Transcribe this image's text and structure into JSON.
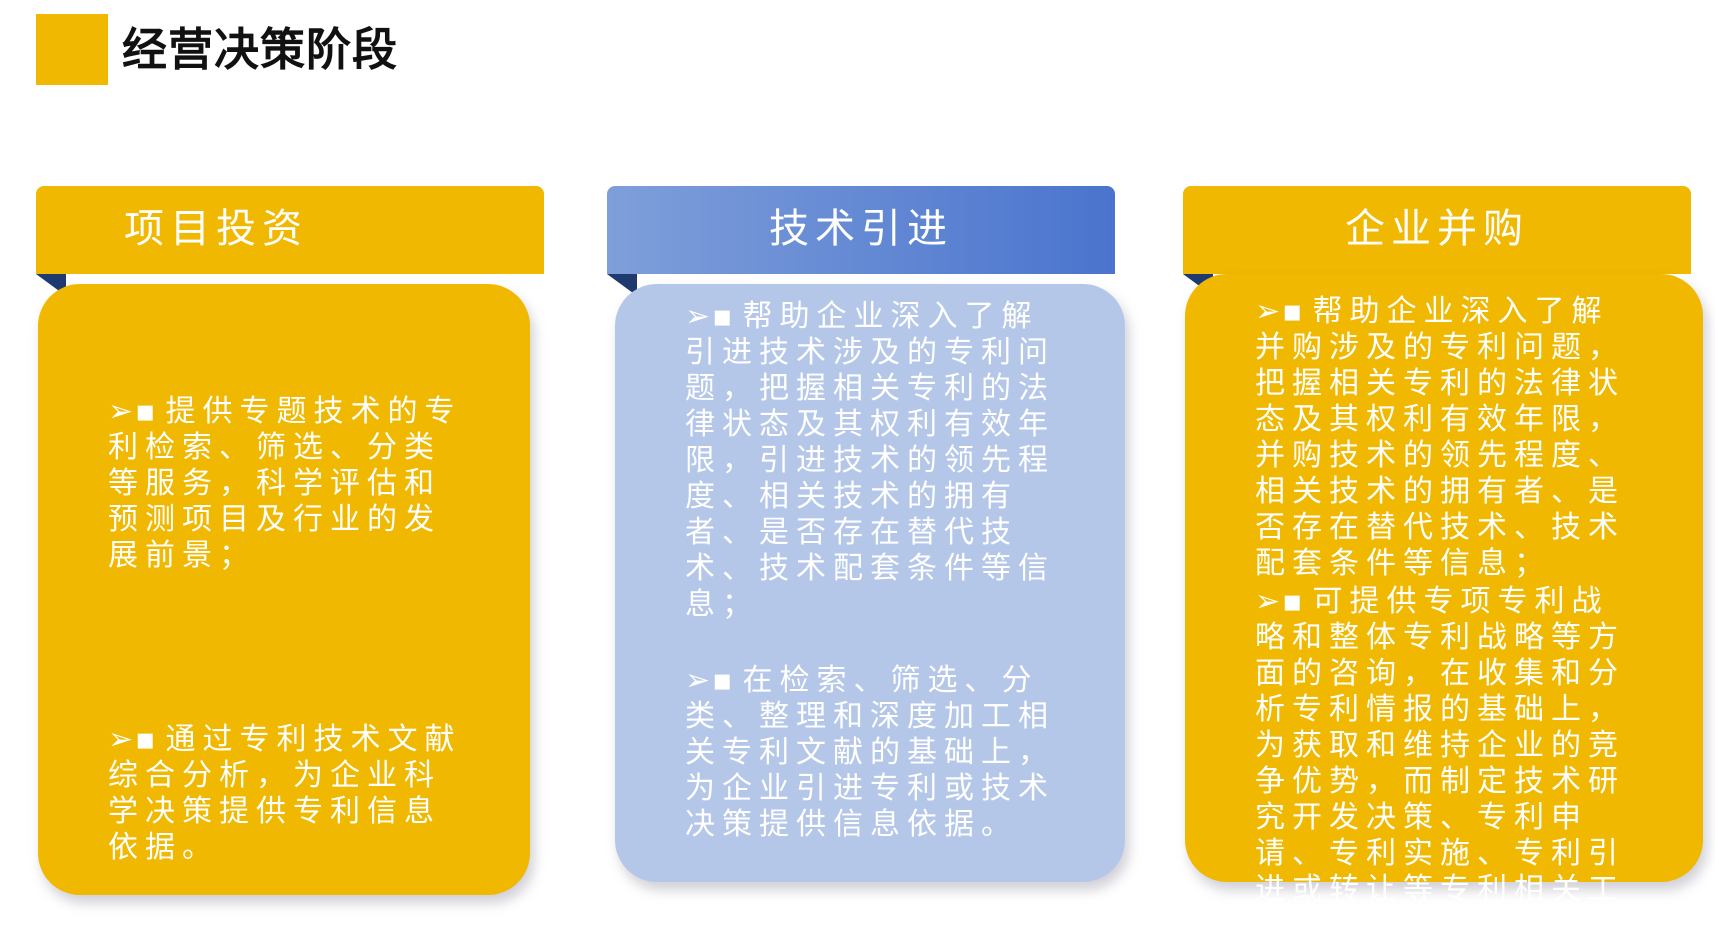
{
  "page": {
    "title": "经营决策阶段"
  },
  "colors": {
    "accent_yellow": "#F0B800",
    "accent_blue": "#4A74CE",
    "light_blue": "#B5C7E8",
    "fold_navy": "#1F3A6E"
  },
  "panels": [
    {
      "title": "项目投资",
      "bullets": [
        "提供专题技术的专利检索、筛选、分类等服务，科学评估和预测项目及行业的发展前景；",
        "通过专利技术文献综合分析，为企业科学决策提供专利信息依据。"
      ]
    },
    {
      "title": "技术引进",
      "bullets": [
        "帮助企业深入了解引进技术涉及的专利问题，把握相关专利的法律状态及其权利有效年限，引进技术的领先程度、相关技术的拥有者、是否存在替代技术、技术配套条件等信息；",
        "在检索、筛选、分类、整理和深度加工相关专利文献的基础上，为企业引进专利或技术决策提供信息依据。"
      ]
    },
    {
      "title": "企业并购",
      "bullets": [
        "帮助企业深入了解并购涉及的专利问题，把握相关专利的法律状态及其权利有效年限，并购技术的领先程度、相关技术的拥有者、是否存在替代技术、技术配套条件等信息；",
        "可提供专项专利战略和整体专利战略等方面的咨询，在收集和分析专利情报的基础上，为获取和维持企业的竞争优势，而制定技术研究开发决策、专利申请、专利实施、专利引进或转让等专利相关工作的总体性谋划。"
      ]
    }
  ],
  "bullet_symbol": "➢▪"
}
